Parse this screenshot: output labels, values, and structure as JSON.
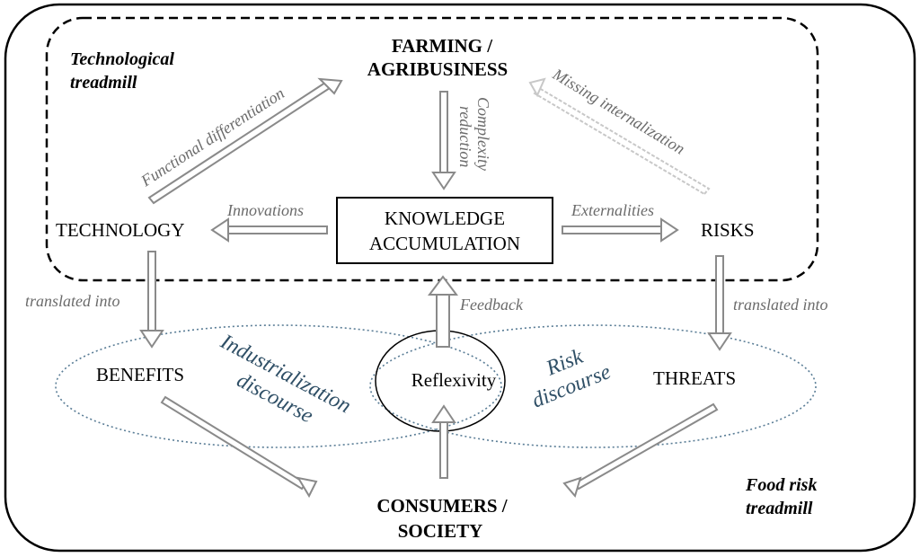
{
  "labels": {
    "technological_treadmill_l1": "Technological",
    "technological_treadmill_l2": "treadmill",
    "farming_l1": "FARMING /",
    "farming_l2": "AGRIBUSINESS",
    "knowledge_l1": "KNOWLEDGE",
    "knowledge_l2": "ACCUMULATION",
    "technology": "TECHNOLOGY",
    "risks": "RISKS",
    "benefits": "BENEFITS",
    "threats": "THREATS",
    "reflexivity": "Reflexivity",
    "consumers_l1": "CONSUMERS /",
    "consumers_l2": "SOCIETY",
    "food_risk_l1": "Food risk",
    "food_risk_l2": "treadmill"
  },
  "edge_labels": {
    "functional_differentiation": "Functional differentiation",
    "missing_internalization": "Missing internalization",
    "complexity_l1": "Complexity",
    "complexity_l2": "reduction",
    "innovations": "Innovations",
    "externalities": "Externalities",
    "translated_left": "translated into",
    "translated_right": "translated into",
    "feedback": "Feedback"
  },
  "discourses": {
    "industrialization_l1": "Industrialization",
    "industrialization_l2": "discourse",
    "risk_l1": "Risk",
    "risk_l2": "discourse"
  },
  "colors": {
    "arrow": "#8a8a8a",
    "missing_arrow": "#c8c8c8",
    "discourse_text": "#2f4f66",
    "ellipse_border": "#5a7d96"
  }
}
